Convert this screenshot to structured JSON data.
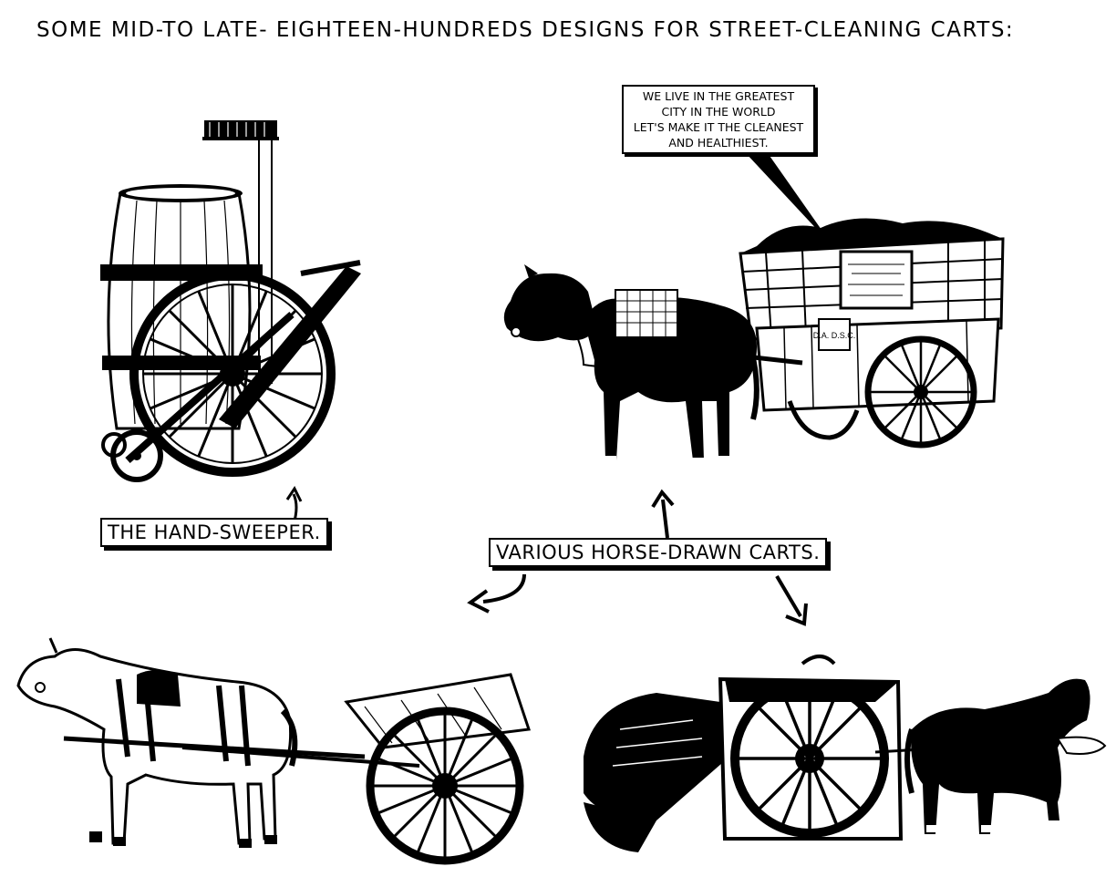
{
  "title": "SOME MID-TO LATE- EIGHTEEN-HUNDREDS DESIGNS FOR STREET-CLEANING CARTS:",
  "labels": {
    "hand_sweeper": "THE HAND-SWEEPER.",
    "horse_drawn": "VARIOUS HORSE-DRAWN CARTS."
  },
  "speech": {
    "lines": [
      "WE LIVE IN THE GREATEST",
      "CITY IN THE WORLD",
      "LET'S MAKE IT THE CLEANEST",
      "AND HEALTHIEST."
    ]
  },
  "cart_plaque": "D.A. D.S.C."
}
